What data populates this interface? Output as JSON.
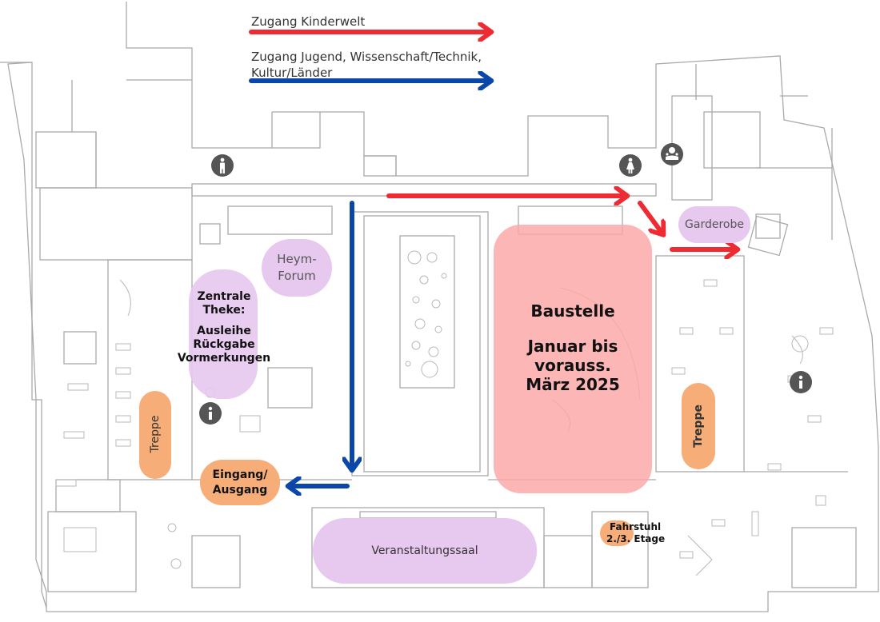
{
  "legend": {
    "kinderwelt": {
      "label": "Zugang Kinderwelt",
      "color": "#ee2b32"
    },
    "jugend": {
      "label_line1": "Zugang Jugend, Wissenschaft/Technik,",
      "label_line2": "Kultur/Länder",
      "color": "#0a47a8"
    }
  },
  "zones": {
    "heym_forum": {
      "line1": "Heym-",
      "line2": "Forum",
      "color": "#e7c8ef"
    },
    "garderobe": {
      "label": "Garderobe",
      "color": "#e7c8ef"
    },
    "zentrale_theke": {
      "line1": "Zentrale",
      "line2": "Theke:",
      "line3": "Ausleihe",
      "line4": "Rückgabe",
      "line5": "Vormerkungen",
      "color": "#e7c8ef"
    },
    "treppe_left": {
      "label": "Treppe",
      "color": "#f6ad78"
    },
    "treppe_right": {
      "label": "Treppe",
      "color": "#f6ad78"
    },
    "eingang": {
      "line1": "Eingang/",
      "line2": "Ausgang",
      "color": "#f6ad78"
    },
    "veranstaltungssaal": {
      "label": "Veranstaltungssaal",
      "color": "#e7c8ef"
    },
    "fahrstuhl": {
      "line1": "Fahrstuhl",
      "line2": "2./3. Etage",
      "color": "#f6ad78"
    },
    "baustelle": {
      "line1": "Baustelle",
      "line2": "Januar bis",
      "line3": "vorauss.",
      "line4": "März 2025",
      "color": "#fba6a6"
    }
  },
  "icons": {
    "info": "info-icon",
    "toilet_men": "men-toilet-icon",
    "toilet_women": "women-toilet-icon",
    "baby_changing": "baby-changing-icon"
  }
}
